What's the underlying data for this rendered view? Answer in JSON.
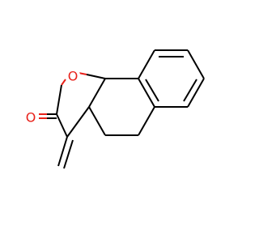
{
  "molecule": {
    "atoms": [
      {
        "element": "O",
        "label": "O",
        "color": "#e8211a",
        "role": "ring-oxygen"
      },
      {
        "element": "O",
        "label": "O",
        "color": "#e8211a",
        "role": "carbonyl-oxygen"
      }
    ],
    "bond_color": "#000000",
    "heteroatom_color": "#e8211a"
  }
}
